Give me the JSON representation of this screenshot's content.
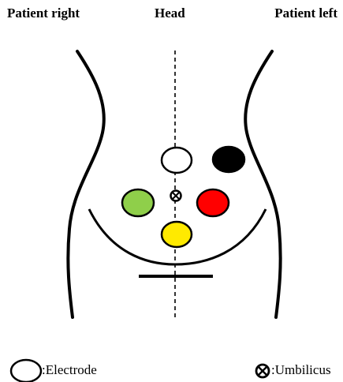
{
  "header": {
    "patient_right": "Patient right",
    "head": "Head",
    "patient_left": "Patient left"
  },
  "legend": {
    "electrode_label": ":Electrode",
    "umbilicus_label": ":Umbilicus"
  },
  "colors": {
    "electrode_white": "#ffffff",
    "electrode_black": "#000000",
    "electrode_green": "#8fcf4a",
    "electrode_red": "#ff0000",
    "electrode_yellow": "#ffea00",
    "outline": "#000000"
  }
}
